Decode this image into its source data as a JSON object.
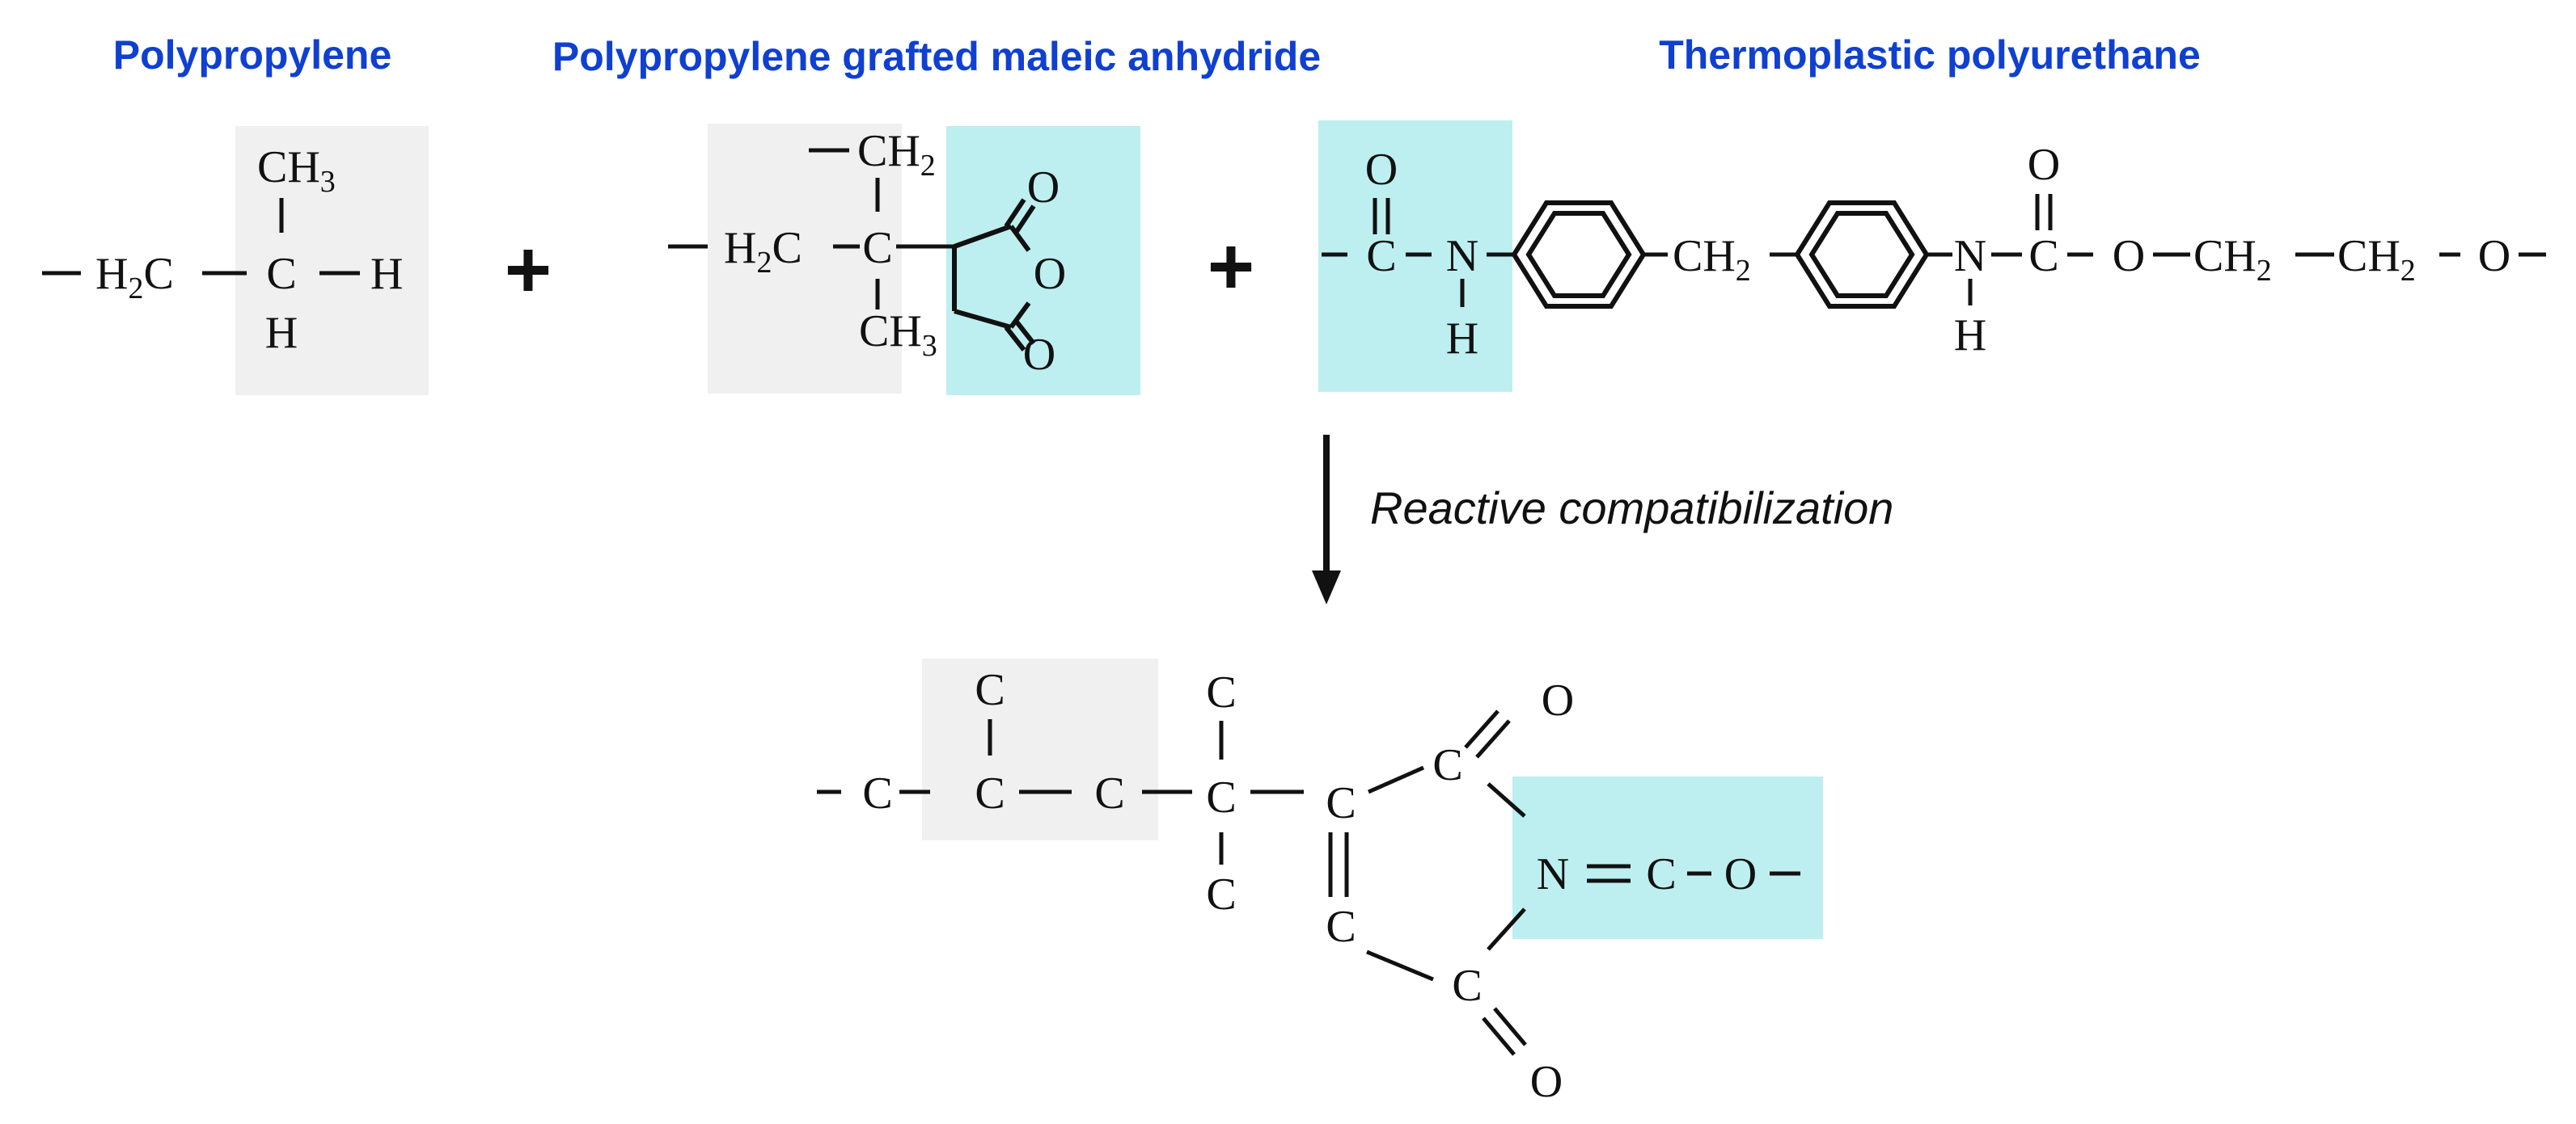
{
  "colors": {
    "title_blue": "#1040d0",
    "highlight_gray": "#f0f0f0",
    "highlight_cyan": "#bdeff0",
    "ink": "#111111"
  },
  "headers": {
    "polypropylene": "Polypropylene",
    "pp_g_ma": "Polypropylene grafted maleic anhydride",
    "tpu": "Thermoplastic polyurethane"
  },
  "operators": {
    "plus": "+"
  },
  "arrow_caption": "Reactive compatibilization",
  "pp": {
    "ch": "CH",
    "three": "3",
    "h2": "H",
    "two": "2",
    "c": "C",
    "h": "H"
  },
  "ppgma": {
    "ch": "CH",
    "two": "2",
    "h": "H",
    "c": "C",
    "three": "3",
    "o": "O"
  },
  "tpu": {
    "o": "O",
    "c": "C",
    "n": "N",
    "h": "H",
    "ch": "CH",
    "two": "2"
  },
  "product": {
    "c": "C",
    "n": "N",
    "o": "O"
  }
}
